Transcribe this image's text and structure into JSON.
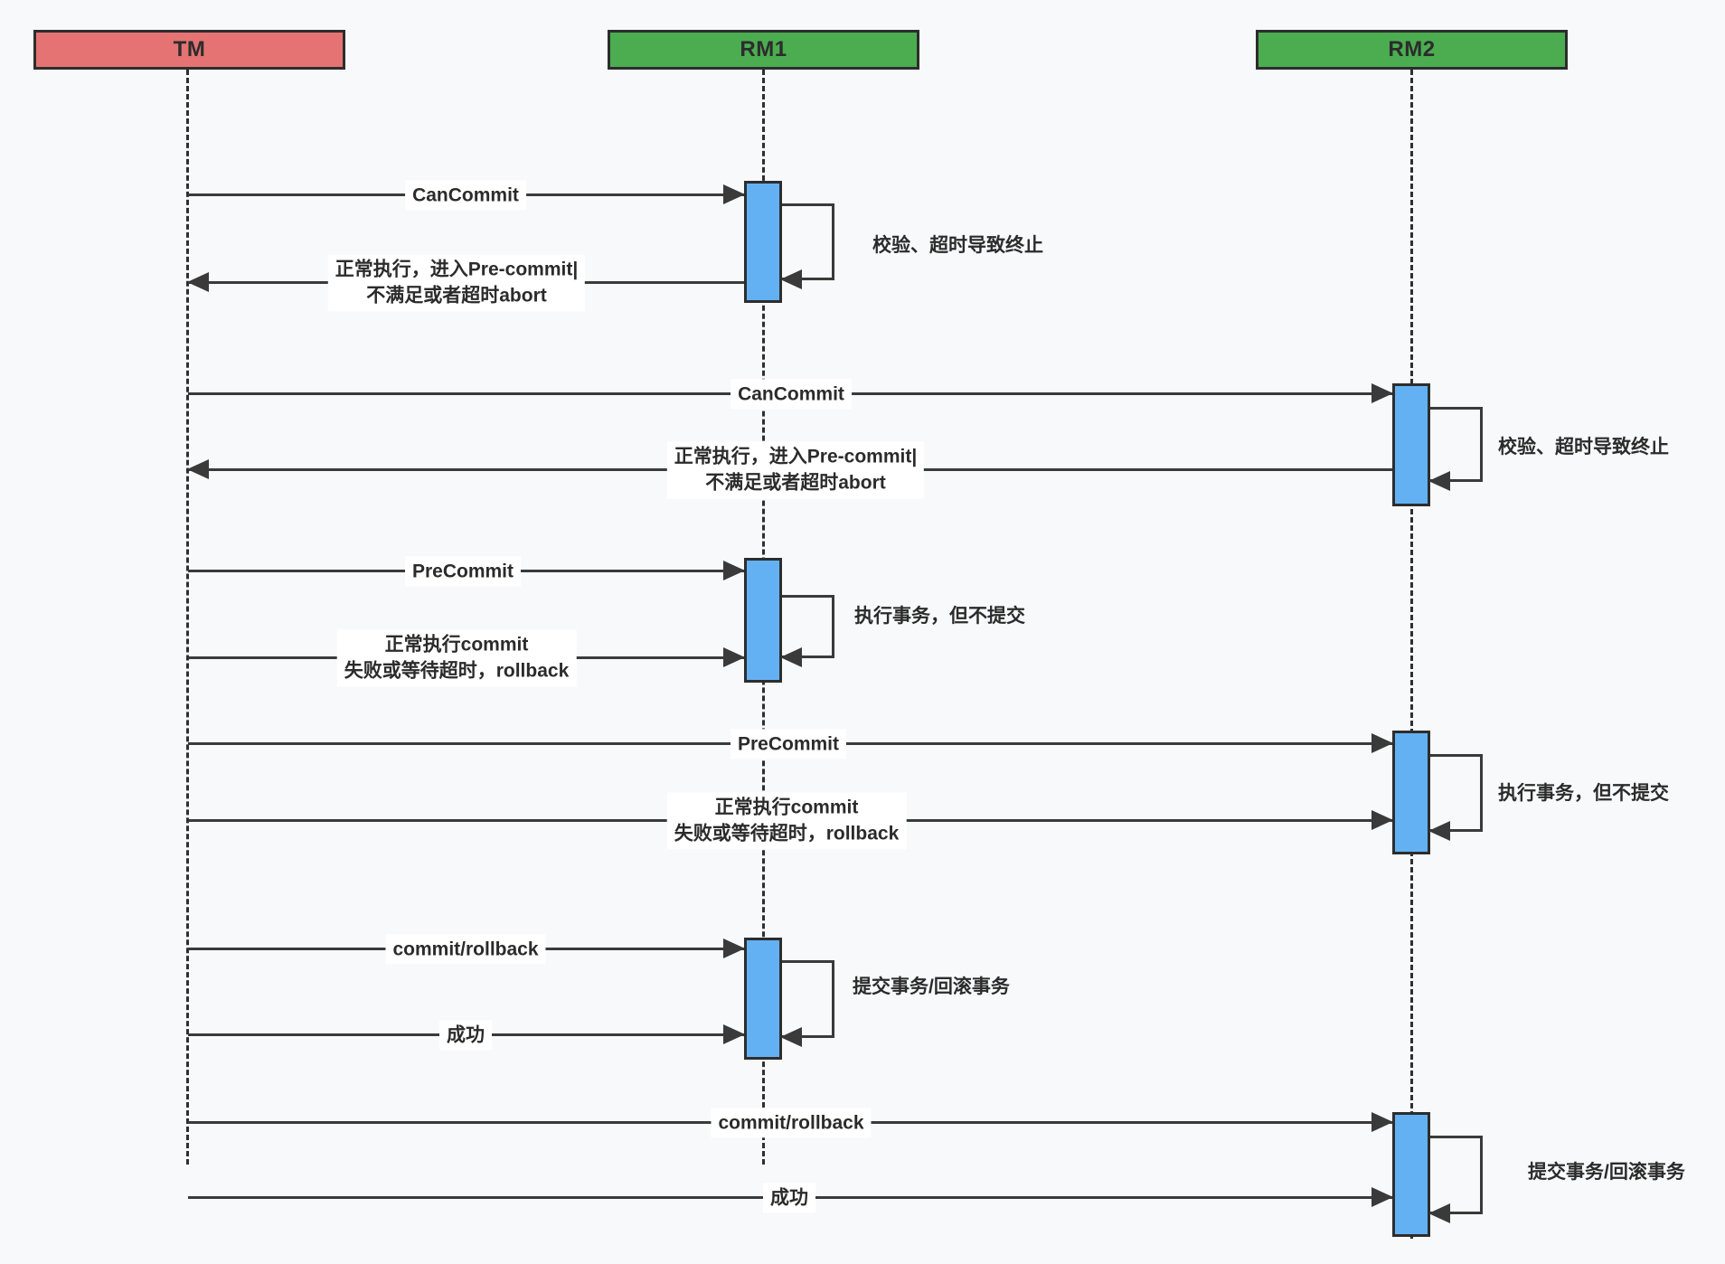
{
  "diagram": {
    "type": "sequence-diagram",
    "subject": "3PC (three-phase commit) message flow",
    "background": "#f8f9fa"
  },
  "colors": {
    "tm_box": "#e57373",
    "rm_box": "#4bad50",
    "activation_box": "#63b1f2",
    "line": "#3a3a3a",
    "label_background": "#ffffff",
    "text": "#2b2b2b"
  },
  "participants": [
    {
      "id": "tm",
      "label": "TM"
    },
    {
      "id": "rm1",
      "label": "RM1"
    },
    {
      "id": "rm2",
      "label": "RM2"
    }
  ],
  "messages": [
    {
      "from": "TM",
      "to": "RM1",
      "label": "CanCommit"
    },
    {
      "from": "RM1",
      "to": "TM",
      "line1": "正常执行，进入Pre-commit|",
      "line2": "不满足或者超时abort"
    },
    {
      "from": "TM",
      "to": "RM2",
      "label": "CanCommit"
    },
    {
      "from": "RM2",
      "to": "TM",
      "line1": "正常执行，进入Pre-commit|",
      "line2": "不满足或者超时abort"
    },
    {
      "from": "TM",
      "to": "RM1",
      "label": "PreCommit"
    },
    {
      "from": "TM",
      "to": "RM1",
      "line1": "正常执行commit",
      "line2": "失败或等待超时，rollback"
    },
    {
      "from": "TM",
      "to": "RM2",
      "label": "PreCommit"
    },
    {
      "from": "TM",
      "to": "RM2",
      "line1": "正常执行commit",
      "line2": "失败或等待超时，rollback"
    },
    {
      "from": "TM",
      "to": "RM1",
      "label": "commit/rollback"
    },
    {
      "from": "TM",
      "to": "RM1",
      "label": "成功"
    },
    {
      "from": "TM",
      "to": "RM2",
      "label": "commit/rollback"
    },
    {
      "from": "TM",
      "to": "RM2",
      "label": "成功"
    }
  ],
  "self_loops": [
    {
      "on": "RM1",
      "label": "校验、超时导致终止"
    },
    {
      "on": "RM2",
      "label": "校验、超时导致终止"
    },
    {
      "on": "RM1",
      "label": "执行事务，但不提交"
    },
    {
      "on": "RM2",
      "label": "执行事务，但不提交"
    },
    {
      "on": "RM1",
      "label": "提交事务/回滚事务"
    },
    {
      "on": "RM2",
      "label": "提交事务/回滚事务"
    }
  ]
}
